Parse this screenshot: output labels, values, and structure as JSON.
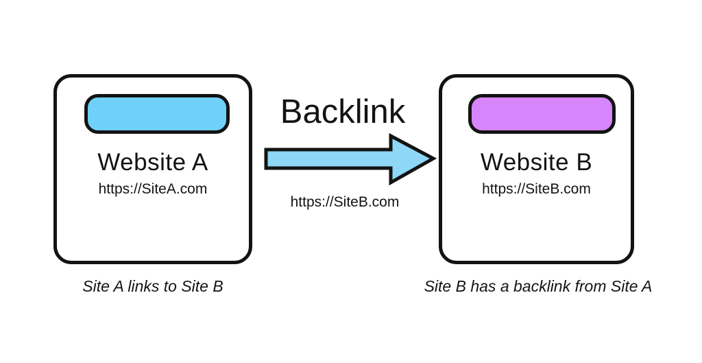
{
  "diagram_title": "Backlink",
  "colors": {
    "background": "#ffffff",
    "outline": "#131313",
    "site_a_pill": "#6fd1fa",
    "site_b_pill": "#d685fb",
    "arrow_fill": "#8ed7f6",
    "text": "#131313"
  },
  "site_a": {
    "title": "Website A",
    "url": "https://SiteA.com",
    "caption": "Site A links to Site B"
  },
  "site_b": {
    "title": "Website B",
    "url": "https://SiteB.com",
    "caption": "Site B has a backlink from Site A"
  },
  "connection": {
    "label": "Backlink",
    "url": "https://SiteB.com",
    "direction": "left-to-right"
  }
}
